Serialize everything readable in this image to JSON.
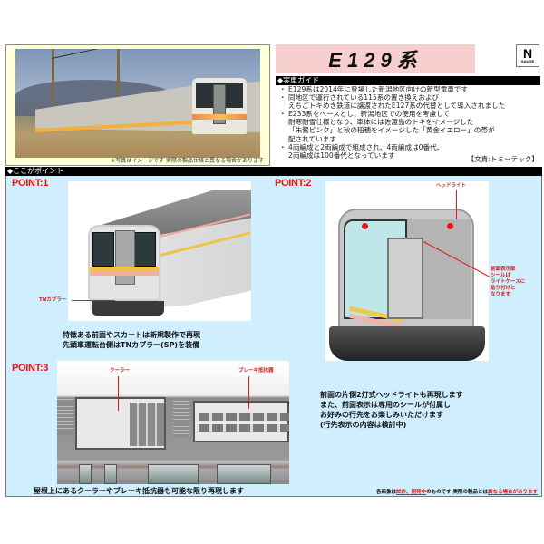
{
  "header": {
    "title": "E129系",
    "badge": {
      "letter": "N",
      "sub": "GAUGE"
    }
  },
  "photo": {
    "caption": "※写真はイメージです 実際の製品仕様と異なる場合があります"
  },
  "guide": {
    "heading": "◆実車ガイド",
    "items": [
      {
        "lines": [
          "E129系は2014年に登場した新潟地区向けの新型電車です"
        ]
      },
      {
        "lines": [
          "同地区で運行されている115系の置き換えおよび",
          "えちごトキめき鉄道に譲渡されたE127系の代替として導入されました"
        ]
      },
      {
        "lines": [
          "E233系をベースとし、新潟地区での使用を考慮して",
          "耐寒耐雪仕様となり、車体には佐渡島のトキをイメージした",
          "「朱鷺ピンク」と秋の稲穂をイメージした「黄金イエロー」の帯が",
          "配されています"
        ]
      },
      {
        "lines": [
          "4両編成と2両編成で組成され、4両編成は0番代、",
          "2両編成は100番代となっています"
        ]
      }
    ],
    "credit": "【文責:トミーテック】"
  },
  "points": {
    "heading": "◆ここがポイント",
    "point1": {
      "label": "POINT:1",
      "annotation": "TNカプラー",
      "caption_lines": [
        "特徴ある前面やスカートは新規製作で再現",
        "先頭車運転台側はTNカプラー(SP)を装備"
      ]
    },
    "point2": {
      "label": "POINT:2",
      "annotation_headlight": "ヘッドライト",
      "annotation_display_lines": [
        "前面表示部",
        "シールは",
        "ライトケースに",
        "貼り付けと",
        "なります"
      ],
      "caption_lines": [
        "前面の片側2灯式ヘッドライトも再現します",
        "また、前面表示は専用のシールが付属し",
        "お好みの行先をお楽しみいただけます",
        "(行先表示の内容は検討中)"
      ]
    },
    "point3": {
      "label": "POINT:3",
      "annotation_cooler": "クーラー",
      "annotation_brake": "ブレーキ抵抗器",
      "caption": "屋根上にあるクーラーやブレーキ抵抗器も可能な限り再現します"
    },
    "footnote": {
      "part1": "各画像は",
      "part2": "試作、開発中",
      "part3": "のものです 実際の製品とは",
      "part4": "異なる場合があります"
    }
  },
  "colors": {
    "title_bg": "#f8cfcf",
    "photo_frame_bg": "#ffffd8",
    "point_area_bg": "#cfeefe",
    "point_label": "#ee1111",
    "annotation": "#e8181a",
    "section_bar": "#000000"
  }
}
